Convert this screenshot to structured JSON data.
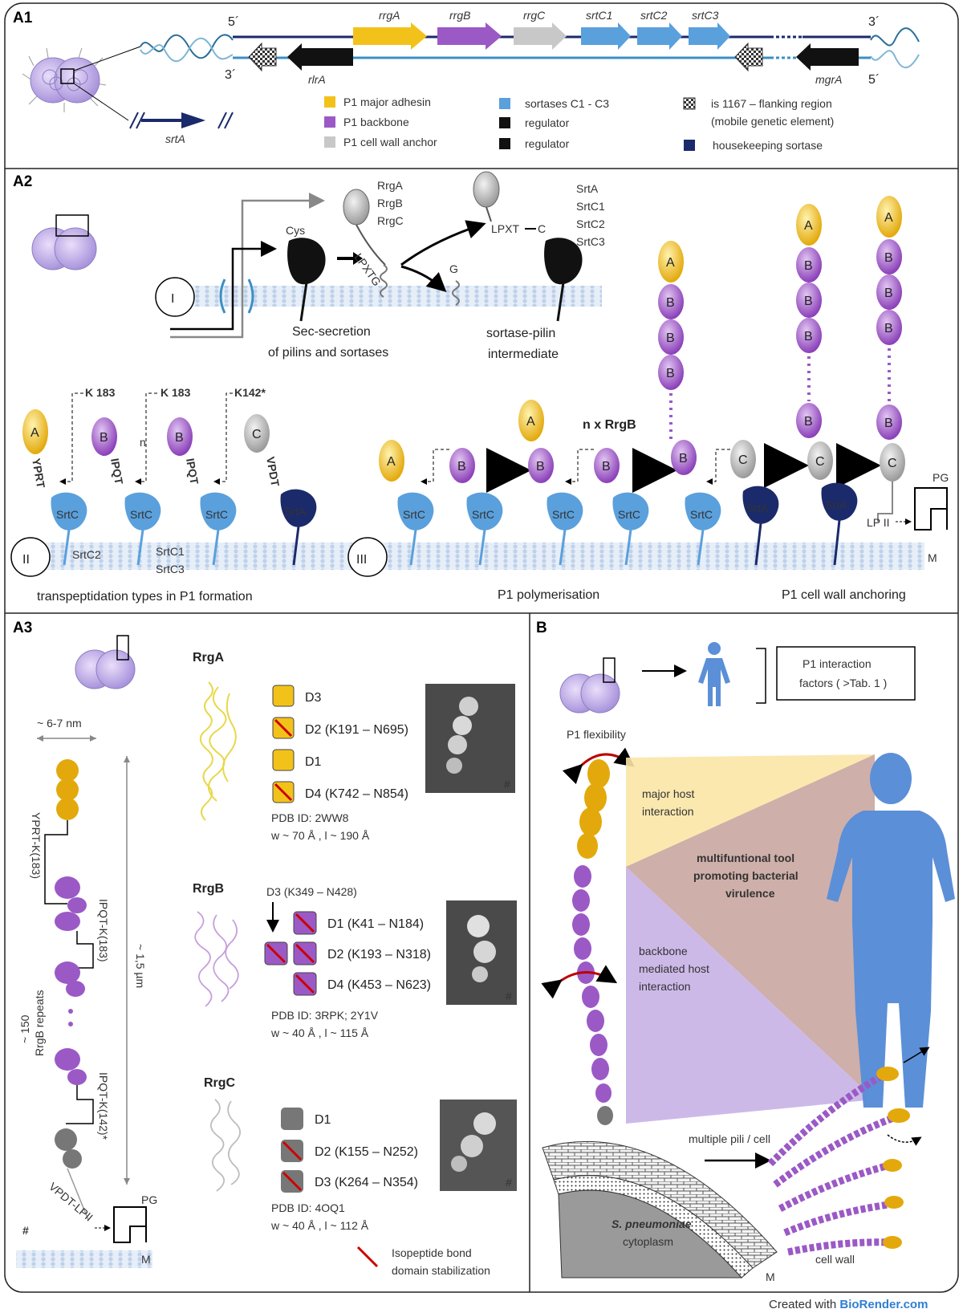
{
  "panels": {
    "a1": "A1",
    "a2": "A2",
    "a3": "A3",
    "b": "B"
  },
  "a1": {
    "ends": {
      "top_left": "5´",
      "top_right": "3´",
      "bottom_left": "3´",
      "bottom_right": "5´"
    },
    "genes_top": [
      "rrgA",
      "rrgB",
      "rrgC",
      "srtC1",
      "srtC2",
      "srtC3"
    ],
    "genes_bottom": [
      "rlrA",
      "mgrA"
    ],
    "srtA": "srtA",
    "legend": [
      {
        "label": "P1 major adhesin",
        "color": "#f3c21a"
      },
      {
        "label": "P1 backbone",
        "color": "#9b59c6"
      },
      {
        "label": "P1 cell wall anchor",
        "color": "#c8c8c8"
      },
      {
        "label": "sortases C1 - C3",
        "color": "#5aa0dc"
      },
      {
        "label": "regulator",
        "color": "#111111"
      },
      {
        "label": "regulator",
        "color": "#111111"
      },
      {
        "label": "is 1167 – flanking region",
        "color": "#888888"
      },
      {
        "label": "(mobile genetic element)",
        "color": ""
      },
      {
        "label": "housekeeping sortase",
        "color": "#1b2a6b"
      }
    ]
  },
  "a2": {
    "step1": "I",
    "step2": "II",
    "step3": "III",
    "cys": "Cys",
    "lpxtg": "LPXTG",
    "pilins": [
      "RrgA",
      "RrgB",
      "RrgC"
    ],
    "lpxt_c": "LPXT",
    "c": "C",
    "g": "G",
    "sortases": [
      "SrtA",
      "SrtC1",
      "SrtC2",
      "SrtC3"
    ],
    "sec_line1": "Sec-secretion",
    "sec_line2": "of pilins and sortases",
    "int_line1": "sortase-pilin",
    "int_line2": "intermediate",
    "k183a": "K 183",
    "k183b": "K 183",
    "k142": "K142*",
    "n": "n",
    "motifs": [
      "YPRT",
      "IPQT",
      "IPQT",
      "VPDT"
    ],
    "srtc": "SrtC",
    "srta": "SrtA",
    "srtc2": "SrtC2",
    "srtc1": "SrtC1",
    "srtc3": "SrtC3",
    "nx": "n x RrgB",
    "pg": "PG",
    "lp": "LP II",
    "m": "M",
    "cap_trans": "transpeptidation types in P1 formation",
    "cap_poly": "P1 polymerisation",
    "cap_anchor": "P1 cell wall anchoring",
    "A": "A",
    "B": "B",
    "C": "C"
  },
  "a3": {
    "width": "~ 6-7 nm",
    "length": "~ 1,5 µm",
    "repeats1": "~ 150",
    "repeats2": "RrgB repeats",
    "l1": "YPRT-K(183)",
    "l2": "IPQT-K(183)",
    "l3": "IPQT-K(142)*",
    "vpdt": "VPDT-LPII",
    "pg": "PG",
    "m": "M",
    "hash": "#",
    "rrga": {
      "name": "RrgA",
      "domains": [
        "D3",
        "D2 (K191 – N695)",
        "D1",
        "D4 (K742 – N854)"
      ],
      "pdb": "PDB ID: 2WW8",
      "dims": "w ~ 70 Å , l ~ 190 Å"
    },
    "rrgb": {
      "name": "RrgB",
      "top": "D3 (K349 – N428)",
      "domains": [
        "D1 (K41 – N184)",
        "D2 (K193 – N318)",
        "D4 (K453 – N623)"
      ],
      "pdb": "PDB ID: 3RPK; 2Y1V",
      "dims": "w ~ 40 Å , l ~ 115 Å"
    },
    "rrgc": {
      "name": "RrgC",
      "domains": [
        "D1",
        "D2 (K155 – N252)",
        "D3 (K264 – N354)"
      ],
      "pdb": "PDB ID: 4OQ1",
      "dims": "w ~ 40 Å , l ~ 112 Å"
    },
    "iso1": "Isopeptide bond",
    "iso2": "domain stabilization"
  },
  "b": {
    "box1": "P1 interaction",
    "box2": "factors ( >Tab. 1 )",
    "flex": "P1 flexibility",
    "major1": "major host",
    "major2": "interaction",
    "multi1": "multifuntional tool",
    "multi2": "promoting bacterial",
    "multi3": "virulence",
    "back1": "backbone",
    "back2": "mediated host",
    "back3": "interaction",
    "pili": "multiple pili / cell",
    "sp": "S. pneumoniae",
    "cyto": "cytoplasm",
    "wall": "cell wall",
    "m": "M"
  },
  "credit": {
    "prefix": "Created with",
    "brand": "BioRender.com"
  }
}
